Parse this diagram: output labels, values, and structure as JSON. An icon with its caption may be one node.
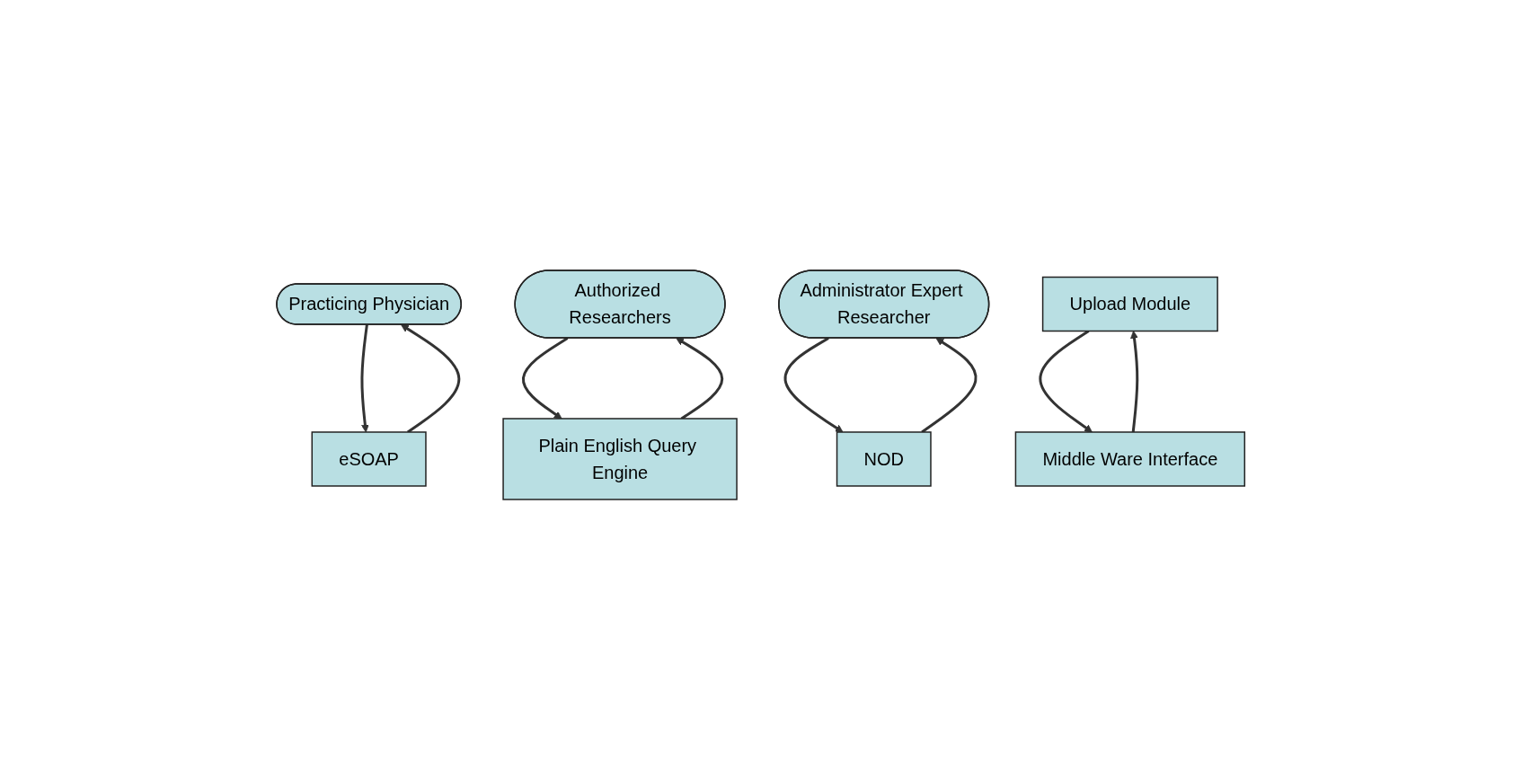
{
  "diagram": {
    "nodes": [
      {
        "text": [
          "Practicing Physician"
        ]
      },
      {
        "text": [
          "Authorized Researchers"
        ]
      },
      {
        "text": [
          "Administrator Expert Researcher"
        ]
      },
      {
        "text": [
          "eSOAP"
        ]
      },
      {
        "text": [
          "Upload Module"
        ]
      },
      {
        "text": [
          "Middle Ware Interface"
        ]
      },
      {
        "text": [
          "NOD"
        ]
      },
      {
        "text": [
          "Plain English Query Engine"
        ]
      }
    ],
    "edges": [
      {
        "from": 0,
        "to": 3,
        "arrow": "to"
      },
      {
        "from": 3,
        "to": 0,
        "arrow": "to"
      },
      {
        "from": 4,
        "to": 5,
        "arrow": "to"
      },
      {
        "from": 5,
        "to": 4,
        "arrow": "to"
      },
      {
        "from": 2,
        "to": 6,
        "arrow": "to"
      },
      {
        "from": 6,
        "to": 2,
        "arrow": "to"
      },
      {
        "from": 1,
        "to": 7,
        "arrow": "to"
      },
      {
        "from": 7,
        "to": 1,
        "arrow": "to"
      }
    ]
  }
}
